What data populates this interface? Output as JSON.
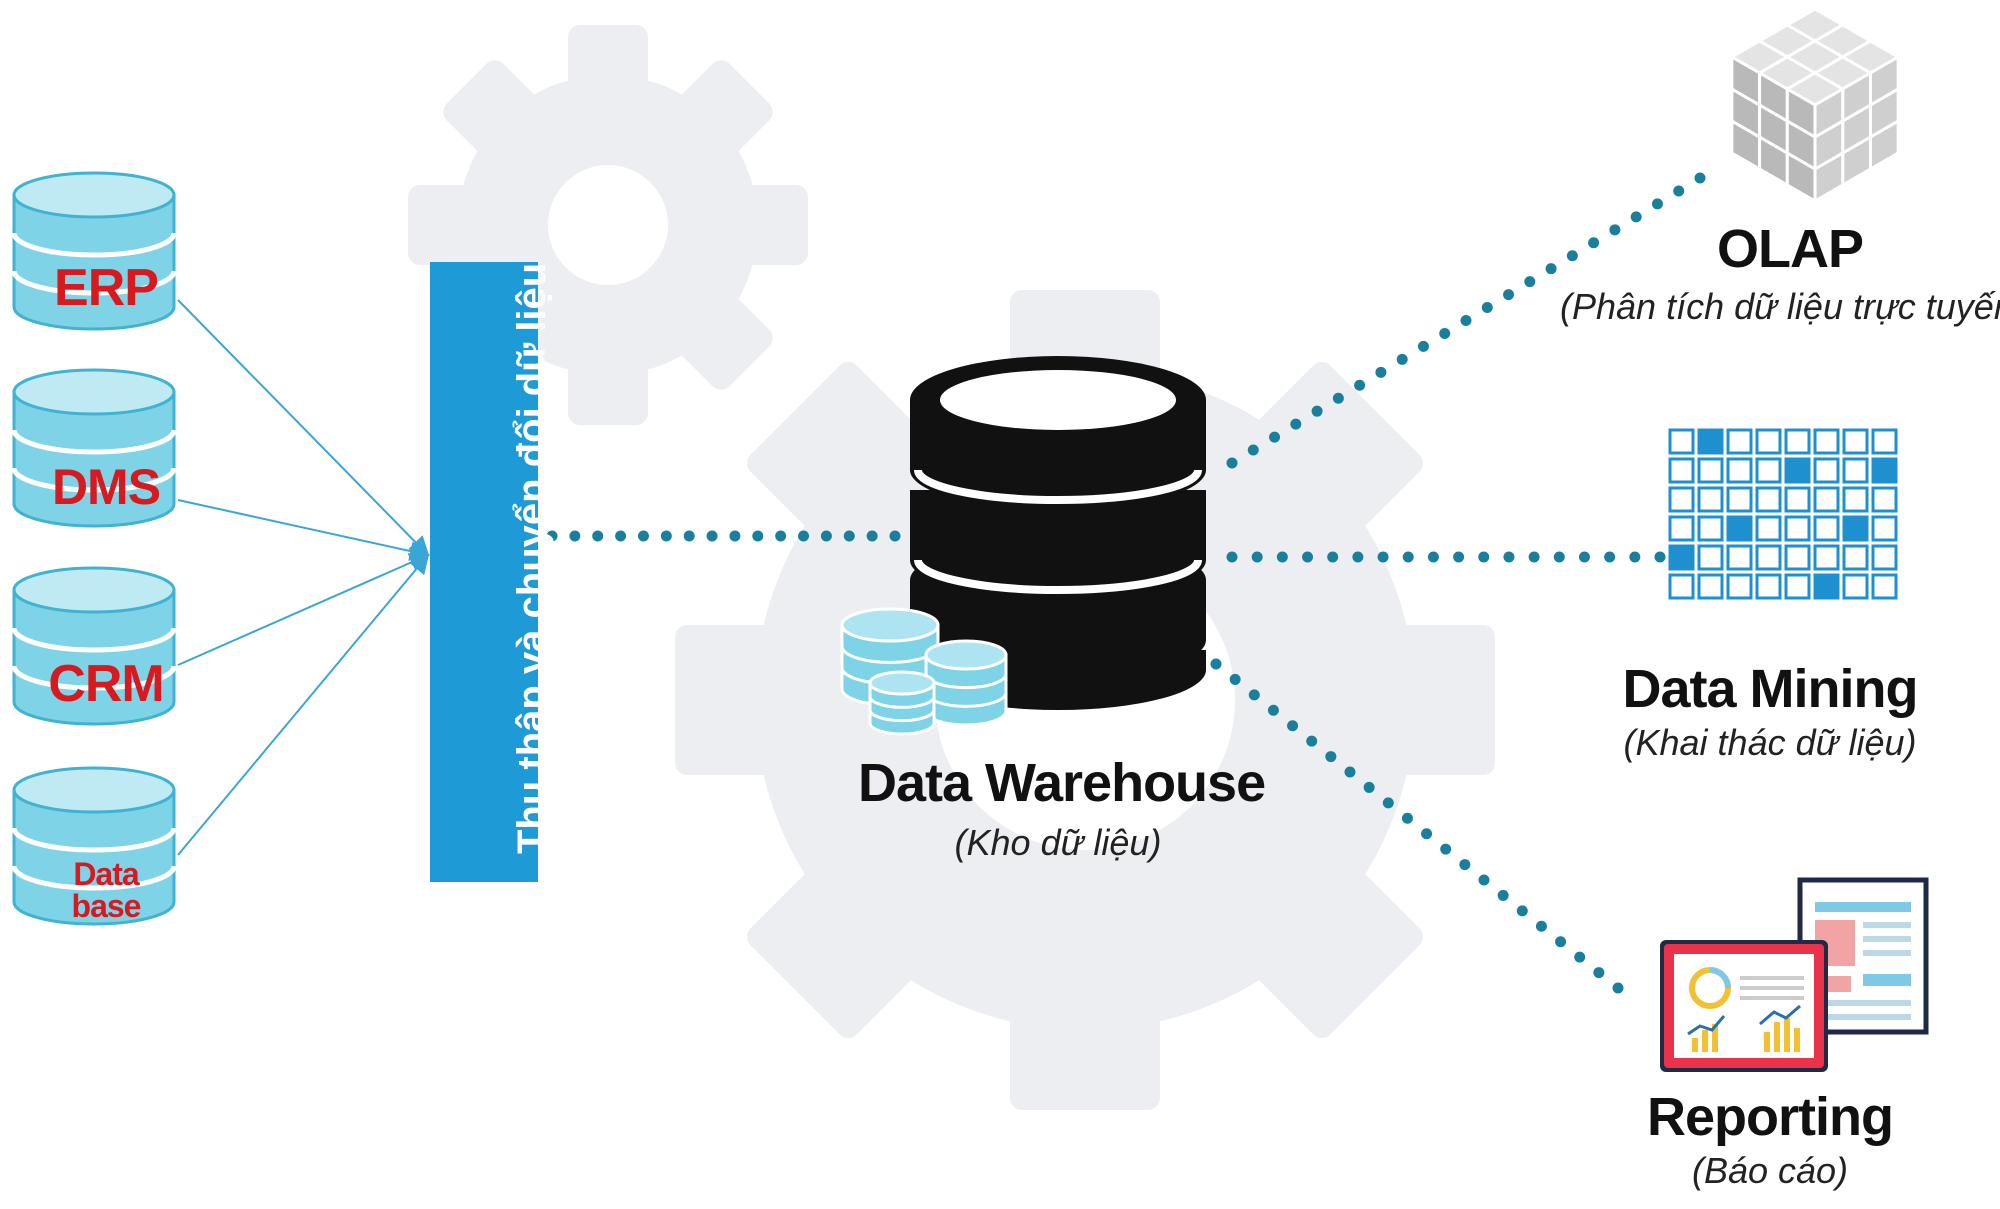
{
  "sources": [
    {
      "label": "ERP"
    },
    {
      "label": "DMS"
    },
    {
      "label": "CRM"
    },
    {
      "label_line1": "Data",
      "label_line2": "base"
    }
  ],
  "etl": {
    "label": "Thu thập và chuyển đổi dữ liệu"
  },
  "warehouse": {
    "title": "Data Warehouse",
    "subtitle": "(Kho dữ liệu)"
  },
  "outputs": {
    "olap": {
      "title": "OLAP",
      "subtitle": "(Phân tích dữ liệu trực tuyến)"
    },
    "mining": {
      "title": "Data Mining",
      "subtitle": "(Khai thác dữ liệu)"
    },
    "reporting": {
      "title": "Reporting",
      "subtitle": "(Báo cáo)"
    }
  },
  "colors": {
    "db_cyan": "#7fd3e6",
    "db_cyan_dark": "#3fb3d1",
    "label_red": "#d71920",
    "etl_blue": "#1e9bd7",
    "dots_teal": "#1a7f9c",
    "gear_gray": "#eceef1",
    "mining_blue": "#1e8fcf",
    "report_red": "#e8334a"
  }
}
